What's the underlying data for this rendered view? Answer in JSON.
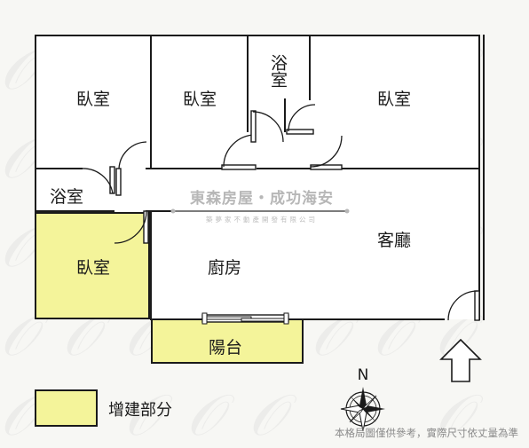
{
  "rooms": {
    "bedroom_top_left": "臥室",
    "bedroom_top_middle": "臥室",
    "bathroom_top": "浴室",
    "bedroom_top_right": "臥室",
    "bathroom_left": "浴室",
    "bedroom_addition": "臥室",
    "kitchen": "廚房",
    "living_room": "客廳",
    "balcony": "陽台"
  },
  "legend": {
    "swatch_color": "#f4f49a",
    "label": "增建部分"
  },
  "watermark": {
    "main": "東森房屋・成功海安",
    "sub": "築夢家不動產開發有限公司"
  },
  "compass": {
    "label": "N"
  },
  "disclaimer": "本格局圖僅供參考，實際尺寸依丈量為準",
  "colors": {
    "addition_fill": "#f4f49a",
    "wall": "#1a1a1a"
  }
}
